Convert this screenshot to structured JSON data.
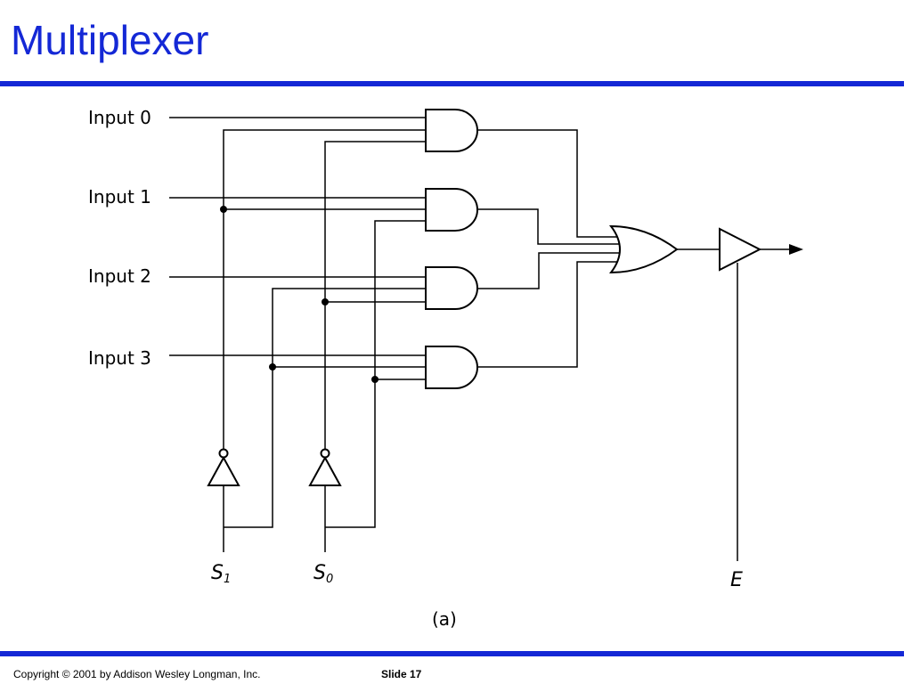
{
  "slide": {
    "title": "Multiplexer",
    "copyright": "Copyright © 2001 by Addison Wesley Longman, Inc.",
    "slide_number": "Slide 17"
  },
  "diagram": {
    "inputs": [
      "Input 0",
      "Input 1",
      "Input 2",
      "Input 3"
    ],
    "select_lines": [
      {
        "letter": "S",
        "sub": "1"
      },
      {
        "letter": "S",
        "sub": "0"
      }
    ],
    "enable_label": "E",
    "caption": "(a)"
  }
}
